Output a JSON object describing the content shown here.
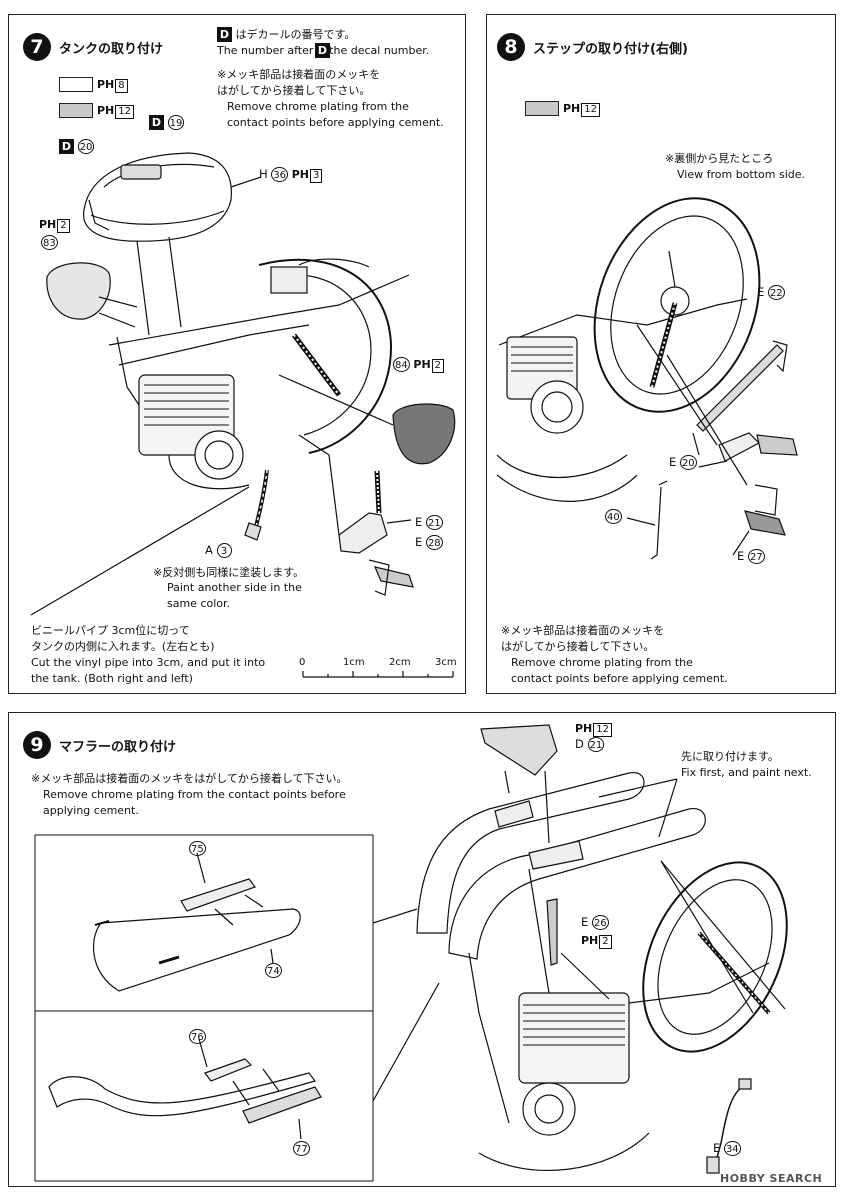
{
  "step7": {
    "number": "7",
    "title": "タンクの取り付け",
    "decal_note_jp": "はデカールの番号です。",
    "decal_note_en": "The number after      is the decal number.",
    "decal_marker": "D",
    "chrome_note_jp": "※メッキ部品は接着面のメッキを\nはがしてから接着して下さい。",
    "chrome_note_en": "Remove chrome plating from the\ncontact points before applying  cement.",
    "swatch1_code": "8",
    "swatch2_code": "12",
    "paint_prefix": "PH",
    "labels": {
      "d20": "20",
      "d19": "19",
      "h36_prefix": "H",
      "h36": "36",
      "h36_paint": "3",
      "p83_paint": "2",
      "p83": "83",
      "p84": "84",
      "p84_paint": "2",
      "a3_prefix": "A",
      "a3": "3",
      "e21_prefix": "E",
      "e21": "21",
      "e28_prefix": "E",
      "e28": "28"
    },
    "opposite_note_jp": "※反対側も同様に塗装します。",
    "opposite_note_en": "Paint another side in the\nsame color.",
    "vinyl_note_jp": "ビニールパイプ 3cm位に切って\nタンクの内側に入れます。(左右とも)",
    "vinyl_note_en": "Cut the vinyl pipe into 3cm, and put it into\nthe tank. (Both right and left)",
    "ruler": [
      "0",
      "1cm",
      "2cm",
      "3cm"
    ]
  },
  "step8": {
    "number": "8",
    "title": "ステップの取り付け(右側)",
    "swatch_code": "12",
    "paint_prefix": "PH",
    "view_note_jp": "※裏側から見たところ",
    "view_note_en": "View from bottom side.",
    "labels": {
      "e22_prefix": "E",
      "e22": "22",
      "e20_prefix": "E",
      "e20": "20",
      "p40": "40",
      "e27_prefix": "E",
      "e27": "27"
    },
    "chrome_note_jp": "※メッキ部品は接着面のメッキを\nはがしてから接着して下さい。",
    "chrome_note_en": "Remove chrome plating from the\ncontact points before applying  cement."
  },
  "step9": {
    "number": "9",
    "title": "マフラーの取り付け",
    "chrome_note_jp": "※メッキ部品は接着面のメッキをはがしてから接着して下さい。",
    "chrome_note_en": "Remove chrome plating from the contact points before\napplying cement.",
    "paint_prefix": "PH",
    "labels": {
      "ph12": "12",
      "d21_prefix": "D",
      "d21": "21",
      "p75": "75",
      "p74": "74",
      "p76": "76",
      "p77": "77",
      "e26_prefix": "E",
      "e26": "26",
      "e26_paint": "2",
      "e34_prefix": "E",
      "e34": "34"
    },
    "fix_note_jp": "先に取り付けます。",
    "fix_note_en": "Fix first, and paint next."
  },
  "watermark": "HOBBY SEARCH",
  "colors": {
    "swatch_gray": "#c8c8c8",
    "ink": "#111111"
  }
}
